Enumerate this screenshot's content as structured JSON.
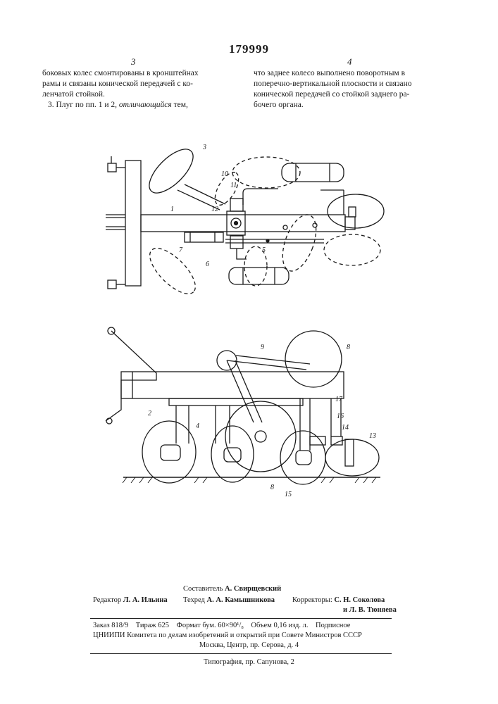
{
  "header": {
    "patent_number": "179999",
    "left_col_number": "3",
    "right_col_number": "4"
  },
  "left_column": {
    "line1": "боковых колес смонтированы в кронштейнах",
    "line2": "рамы и связаны конической передачей с ко-",
    "line3": "ленчатой стойкой.",
    "claim3_start": "3. Плуг по пп. 1 и 2,",
    "claim3_italic": "отличающийся",
    "claim3_end": "тем,"
  },
  "right_column": {
    "line1": "что заднее колесо выполнено поворотным в",
    "line2": "поперечно-вертикальной плоскости и связано",
    "line3": "конической передачей со стойкой заднего ра-",
    "line4": "бочего органа."
  },
  "figure_labels": {
    "top": [
      "3",
      "10",
      "11",
      "1",
      "12",
      "7",
      "6",
      "5"
    ],
    "bottom": [
      "9",
      "8",
      "2",
      "4",
      "17",
      "16",
      "14",
      "13",
      "8",
      "15"
    ]
  },
  "footer": {
    "compiler_label": "Составитель",
    "compiler_name": "А. Свирщевский",
    "editor_label": "Редактор",
    "editor_name": "Л. А. Ильина",
    "techred_label": "Техред",
    "techred_name": "А. А. Камышникова",
    "correctors_label": "Корректоры:",
    "corrector1": "С. Н. Соколова",
    "corrector2": "и Л. В. Тюняева",
    "order_line": "Заказ 818/9    Тираж 625    Формат бум. 60×90¹/₈    Объем 0,16 изд. л.    Подписное",
    "org_line": "ЦНИИПИ Комитета по делам изобретений и открытий при Совете Министров СССР",
    "address_line": "Москва, Центр, пр. Серова, д. 4",
    "typography_line": "Типография, пр. Сапунова, 2"
  }
}
